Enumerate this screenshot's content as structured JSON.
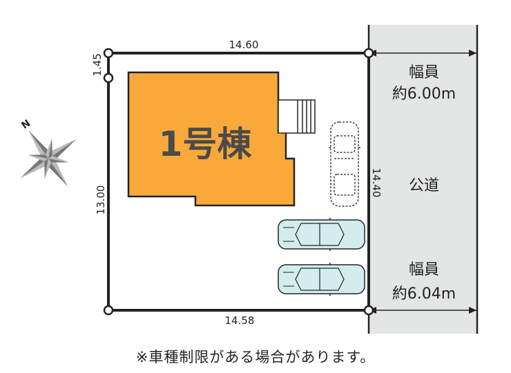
{
  "compass": {
    "north_label": "N",
    "icon": "compass-rose-icon"
  },
  "dimensions": {
    "top_width": "14.60",
    "bottom_width": "14.58",
    "left_height": "13.00",
    "top_left_offset": "1.45",
    "right_frontage": "14.40"
  },
  "building": {
    "label": "1号棟"
  },
  "road": {
    "name": "公道",
    "width_top_line1": "幅員",
    "width_top_line2": "約6.00m",
    "width_bottom_line1": "幅員",
    "width_bottom_line2": "約6.04m"
  },
  "note": "※車種制限がある場合があります。",
  "colors": {
    "building_fill": "#F8A93A",
    "road_fill": "#E4E5E5",
    "car_fill": "#D3EDEE",
    "line": "#222222"
  }
}
